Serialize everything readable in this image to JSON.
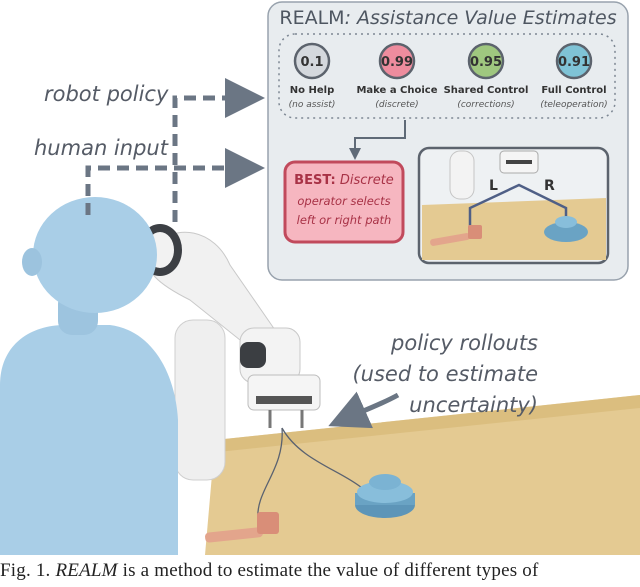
{
  "panel": {
    "title_prefix": "REALM",
    "title_suffix": ": Assistance Value Estimates",
    "options": [
      {
        "value": "0.1",
        "label": "No Help",
        "sublabel": "(no assist)",
        "color": "#d4d8dd"
      },
      {
        "value": "0.99",
        "label": "Make a Choice",
        "sublabel": "(discrete)",
        "color": "#ee8c9e"
      },
      {
        "value": "0.95",
        "label": "Shared Control",
        "sublabel": "(corrections)",
        "color": "#9fc77f"
      },
      {
        "value": "0.91",
        "label": "Full Control",
        "sublabel": "(teleoperation)",
        "color": "#7fc3d6"
      }
    ],
    "best": {
      "prefix": "BEST:",
      "choice": "Discrete",
      "line2": "operator selects",
      "line3": "left or right path"
    },
    "scene_labels": {
      "left": "L",
      "right": "R"
    }
  },
  "labels": {
    "robot_policy": "robot policy",
    "human_input": "human input",
    "rollouts_line1": "policy rollouts",
    "rollouts_line2": "(used to estimate",
    "rollouts_line3": "uncertainty)"
  },
  "caption": {
    "fig": "Fig. 1.",
    "name": "REALM",
    "rest": "is a method to estimate the value of different types of"
  },
  "colors": {
    "panel_bg": "#e8ecef",
    "panel_border": "#98a2ad",
    "arrow": "#6b7684",
    "best_bg": "#f6b6c0",
    "best_border": "#c14a5c",
    "human": "#a8cde6",
    "table": "#e2c78a"
  }
}
